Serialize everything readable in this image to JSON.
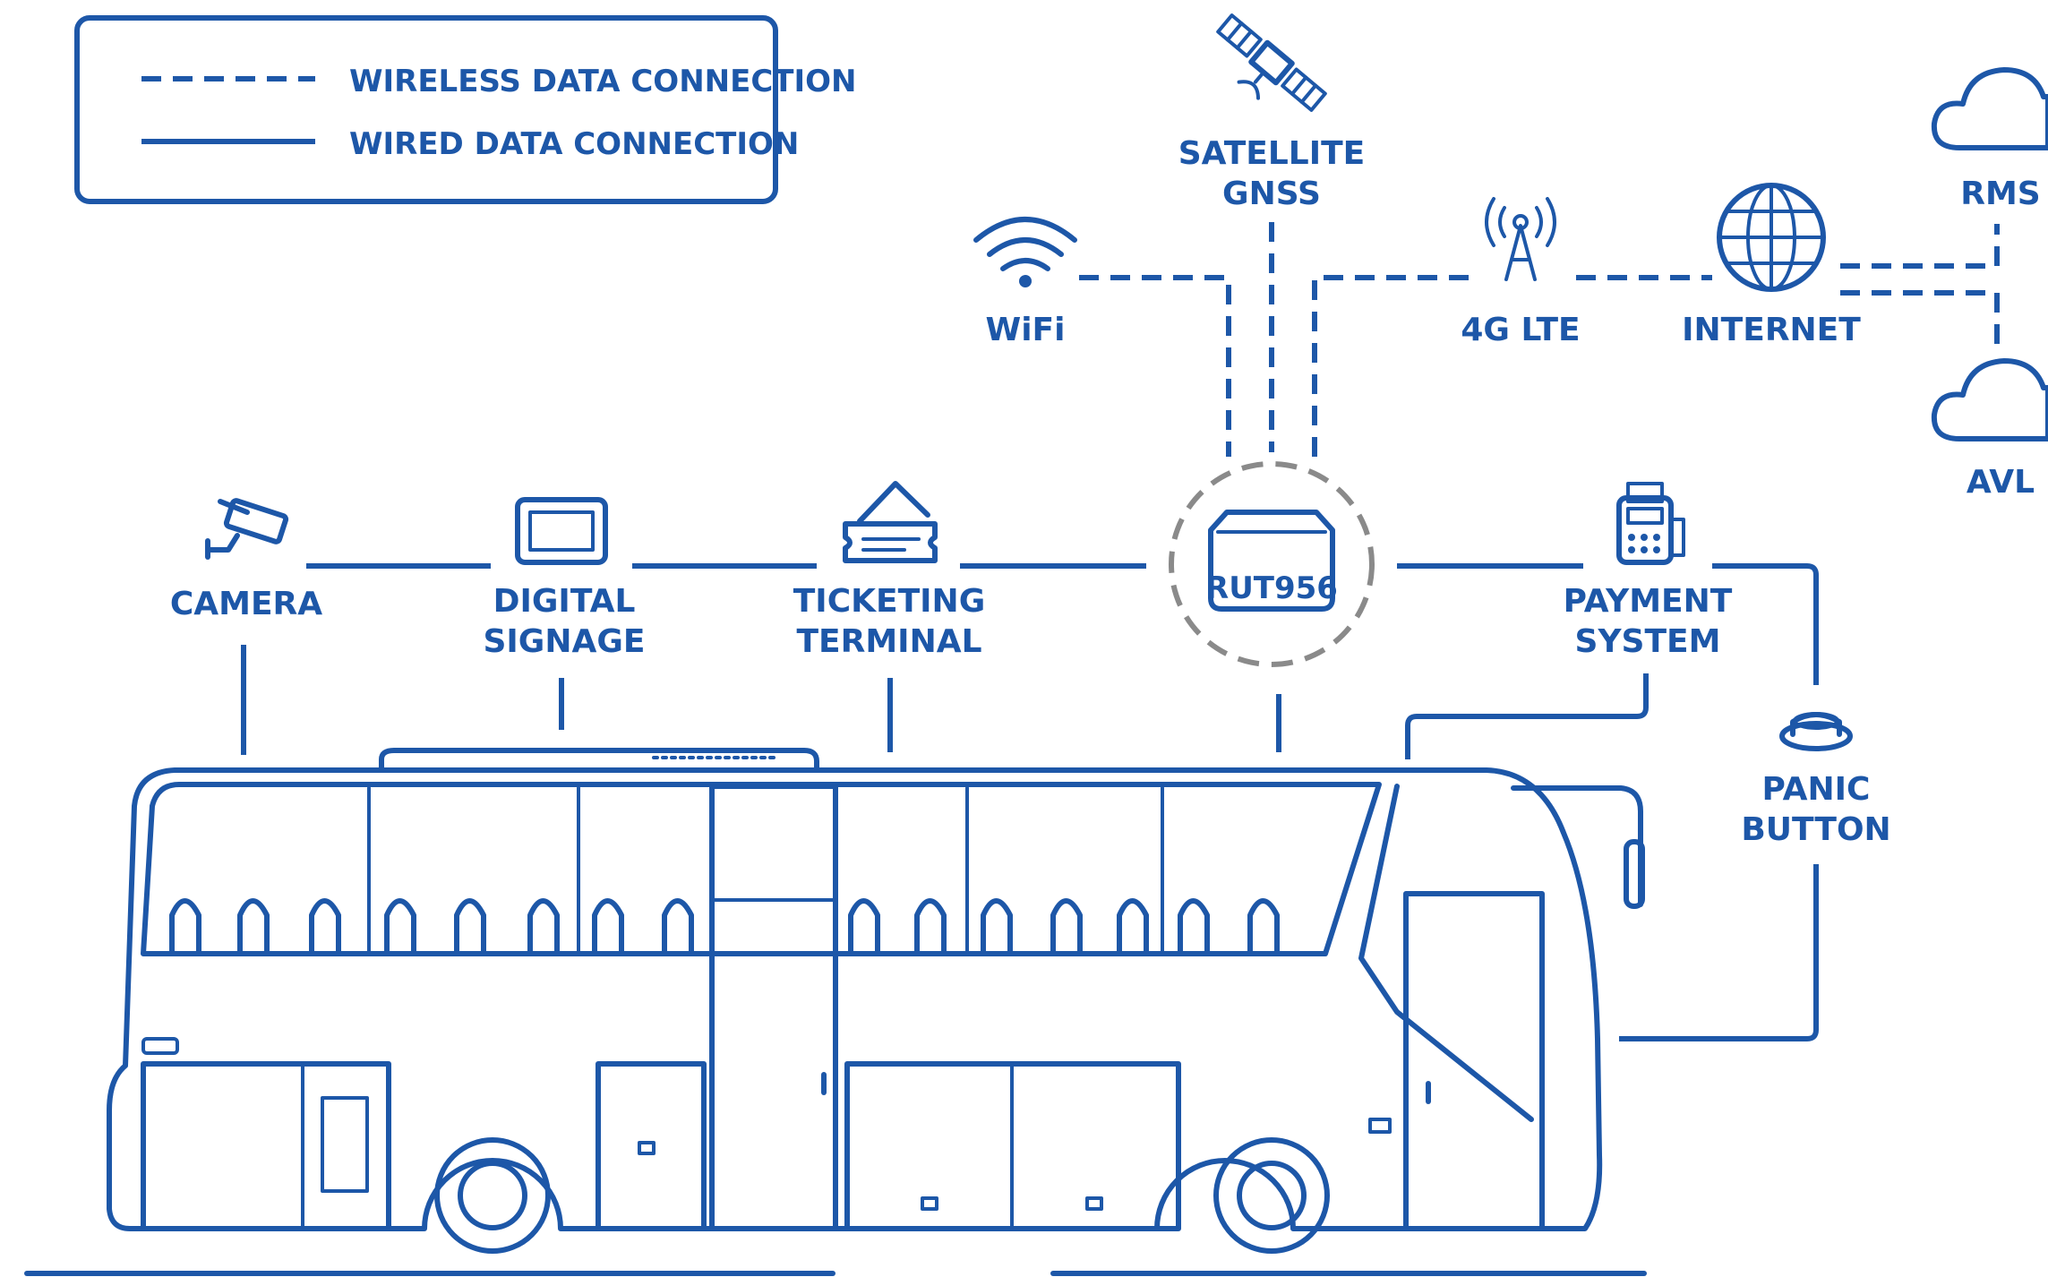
{
  "legend": {
    "wireless_label": "WIRELESS DATA CONNECTION",
    "wired_label": "WIRED DATA CONNECTION"
  },
  "router": {
    "label": "RUT956"
  },
  "wireless_nodes": {
    "satellite": {
      "line1": "SATELLITE",
      "line2": "GNSS",
      "icon": "satellite-icon"
    },
    "wifi": {
      "label": "WiFi",
      "icon": "wifi-icon"
    },
    "lte": {
      "label": "4G LTE",
      "icon": "cell-tower-icon"
    },
    "internet": {
      "label": "INTERNET",
      "icon": "globe-icon"
    },
    "rms": {
      "label": "RMS",
      "icon": "cloud-icon"
    },
    "avl": {
      "label": "AVL",
      "icon": "cloud-icon"
    }
  },
  "wired_nodes": {
    "camera": {
      "label": "CAMERA",
      "icon": "camera-icon"
    },
    "digital_signage": {
      "line1": "DIGITAL",
      "line2": "SIGNAGE",
      "icon": "screen-icon"
    },
    "ticketing_terminal": {
      "line1": "TICKETING",
      "line2": "TERMINAL",
      "icon": "ticket-icon"
    },
    "payment_system": {
      "line1": "PAYMENT",
      "line2": "SYSTEM",
      "icon": "payment-terminal-icon"
    },
    "panic_button": {
      "line1": "PANIC",
      "line2": "BUTTON",
      "icon": "panic-button-icon"
    }
  },
  "colors": {
    "primary": "#1d57a8",
    "router_ring": "#8a8a8a",
    "background": "#ffffff"
  }
}
